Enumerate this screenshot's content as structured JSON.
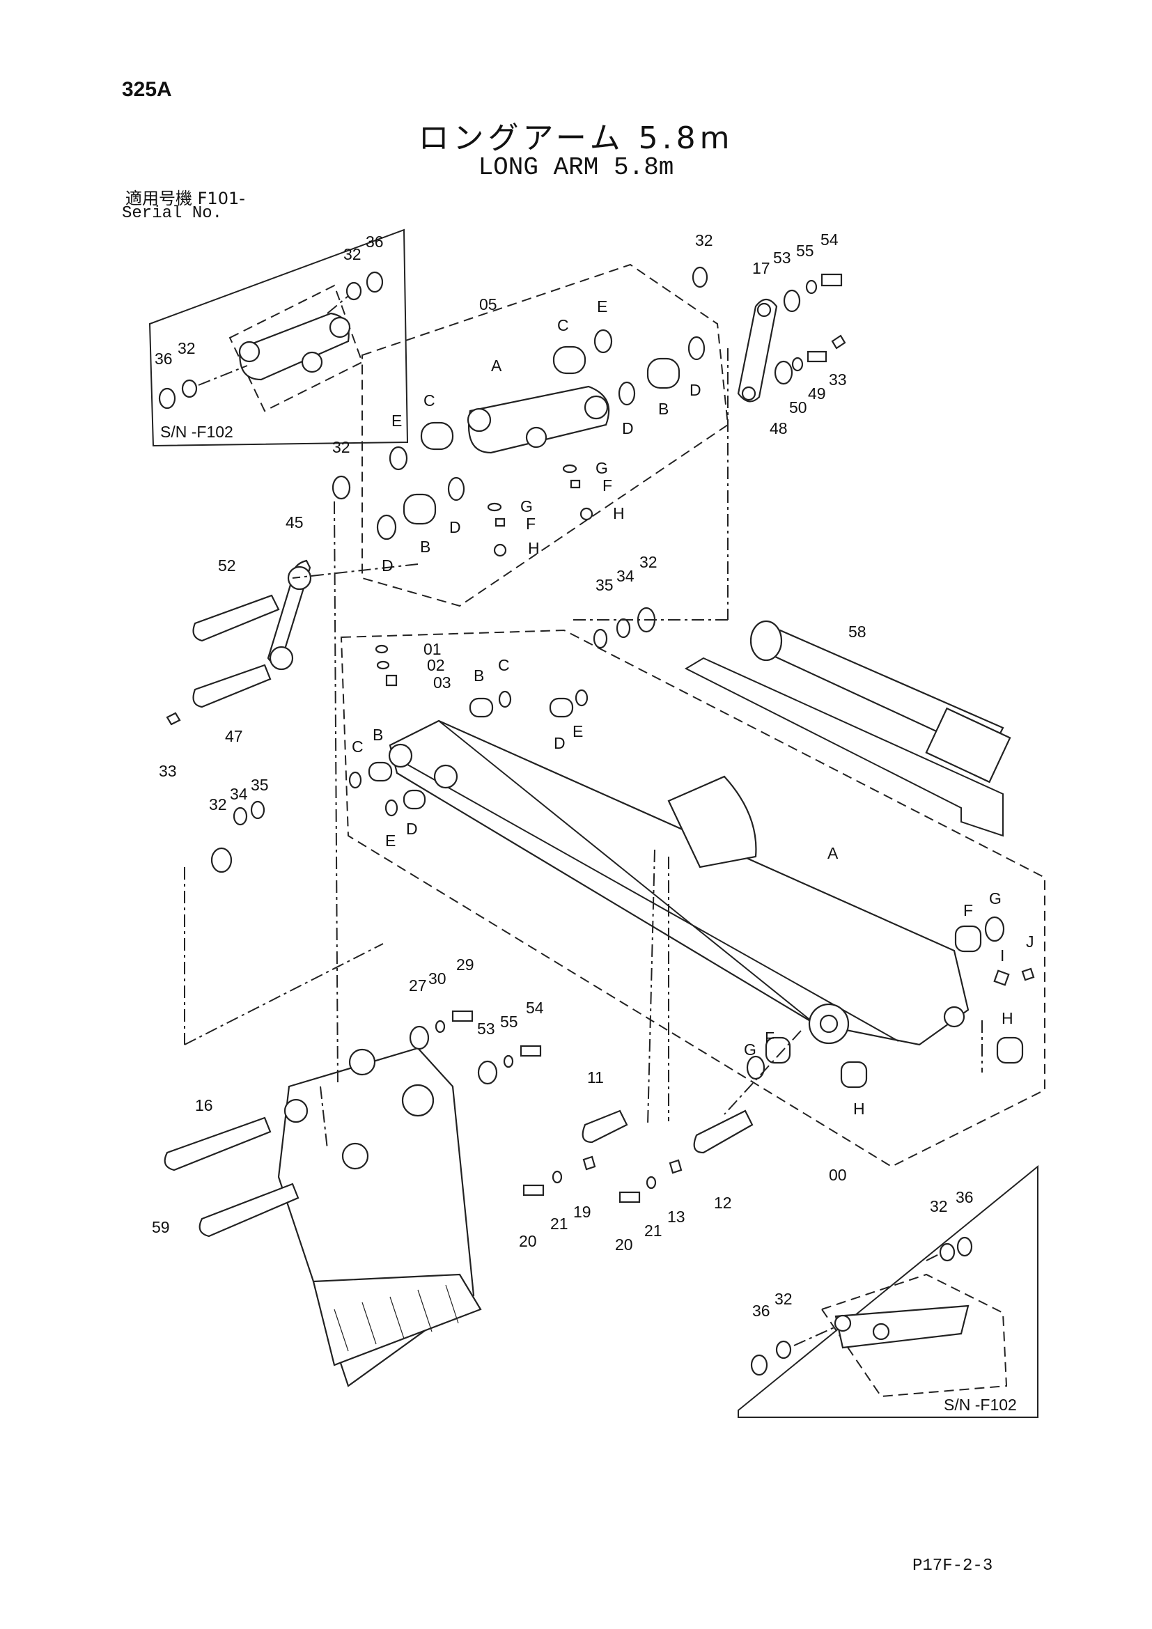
{
  "header": {
    "page_id": "325A",
    "title_jp": "ロングアーム 5.8m",
    "title_en": "LONG ARM 5.8m",
    "serial_jp": "適用号機 F101-",
    "serial_en": "Serial No."
  },
  "insets": {
    "top_left_label": "S/N -F102",
    "bottom_right_label": "S/N -F102"
  },
  "footer": {
    "code": "P17F-2-3"
  },
  "callouts": [
    {
      "id": "c-32a",
      "text": "32"
    },
    {
      "id": "c-36a",
      "text": "36"
    },
    {
      "id": "c-36b",
      "text": "36"
    },
    {
      "id": "c-32b",
      "text": "32"
    },
    {
      "id": "c-05",
      "text": "05"
    },
    {
      "id": "c-32c",
      "text": "32"
    },
    {
      "id": "c-17",
      "text": "17"
    },
    {
      "id": "c-53a",
      "text": "53"
    },
    {
      "id": "c-55a",
      "text": "55"
    },
    {
      "id": "c-54a",
      "text": "54"
    },
    {
      "id": "c-C1",
      "text": "C"
    },
    {
      "id": "c-E1",
      "text": "E"
    },
    {
      "id": "c-A1",
      "text": "A"
    },
    {
      "id": "c-C2",
      "text": "C"
    },
    {
      "id": "c-D1",
      "text": "D"
    },
    {
      "id": "c-B1",
      "text": "B"
    },
    {
      "id": "c-D2",
      "text": "D"
    },
    {
      "id": "c-33a",
      "text": "33"
    },
    {
      "id": "c-49",
      "text": "49"
    },
    {
      "id": "c-50",
      "text": "50"
    },
    {
      "id": "c-48",
      "text": "48"
    },
    {
      "id": "c-E2",
      "text": "E"
    },
    {
      "id": "c-32d",
      "text": "32"
    },
    {
      "id": "c-G1",
      "text": "G"
    },
    {
      "id": "c-F1",
      "text": "F"
    },
    {
      "id": "c-H1",
      "text": "H"
    },
    {
      "id": "c-G2",
      "text": "G"
    },
    {
      "id": "c-F2",
      "text": "F"
    },
    {
      "id": "c-H2",
      "text": "H"
    },
    {
      "id": "c-D3",
      "text": "D"
    },
    {
      "id": "c-B2",
      "text": "B"
    },
    {
      "id": "c-D4",
      "text": "D"
    },
    {
      "id": "c-45",
      "text": "45"
    },
    {
      "id": "c-52",
      "text": "52"
    },
    {
      "id": "c-35a",
      "text": "35"
    },
    {
      "id": "c-34a",
      "text": "34"
    },
    {
      "id": "c-32e",
      "text": "32"
    },
    {
      "id": "c-58",
      "text": "58"
    },
    {
      "id": "c-01",
      "text": "01"
    },
    {
      "id": "c-02",
      "text": "02"
    },
    {
      "id": "c-03",
      "text": "03"
    },
    {
      "id": "c-B3",
      "text": "B"
    },
    {
      "id": "c-C3",
      "text": "C"
    },
    {
      "id": "c-D5",
      "text": "D"
    },
    {
      "id": "c-E3",
      "text": "E"
    },
    {
      "id": "c-47",
      "text": "47"
    },
    {
      "id": "c-33b",
      "text": "33"
    },
    {
      "id": "c-C4",
      "text": "C"
    },
    {
      "id": "c-B4",
      "text": "B"
    },
    {
      "id": "c-32f",
      "text": "32"
    },
    {
      "id": "c-34b",
      "text": "34"
    },
    {
      "id": "c-35b",
      "text": "35"
    },
    {
      "id": "c-E4",
      "text": "E"
    },
    {
      "id": "c-D6",
      "text": "D"
    },
    {
      "id": "c-A2",
      "text": "A"
    },
    {
      "id": "c-F3",
      "text": "F"
    },
    {
      "id": "c-G3",
      "text": "G"
    },
    {
      "id": "c-I",
      "text": "I"
    },
    {
      "id": "c-J",
      "text": "J"
    },
    {
      "id": "c-27",
      "text": "27"
    },
    {
      "id": "c-30",
      "text": "30"
    },
    {
      "id": "c-29",
      "text": "29"
    },
    {
      "id": "c-53b",
      "text": "53"
    },
    {
      "id": "c-55b",
      "text": "55"
    },
    {
      "id": "c-54b",
      "text": "54"
    },
    {
      "id": "c-G4",
      "text": "G"
    },
    {
      "id": "c-F4",
      "text": "F"
    },
    {
      "id": "c-H3",
      "text": "H"
    },
    {
      "id": "c-H4",
      "text": "H"
    },
    {
      "id": "c-16",
      "text": "16"
    },
    {
      "id": "c-11",
      "text": "11"
    },
    {
      "id": "c-00",
      "text": "00"
    },
    {
      "id": "c-20a",
      "text": "20"
    },
    {
      "id": "c-21a",
      "text": "21"
    },
    {
      "id": "c-19",
      "text": "19"
    },
    {
      "id": "c-20b",
      "text": "20"
    },
    {
      "id": "c-21b",
      "text": "21"
    },
    {
      "id": "c-13",
      "text": "13"
    },
    {
      "id": "c-12",
      "text": "12"
    },
    {
      "id": "c-59",
      "text": "59"
    },
    {
      "id": "c-32g",
      "text": "32"
    },
    {
      "id": "c-36c",
      "text": "36"
    },
    {
      "id": "c-36d",
      "text": "36"
    },
    {
      "id": "c-32h",
      "text": "32"
    }
  ]
}
